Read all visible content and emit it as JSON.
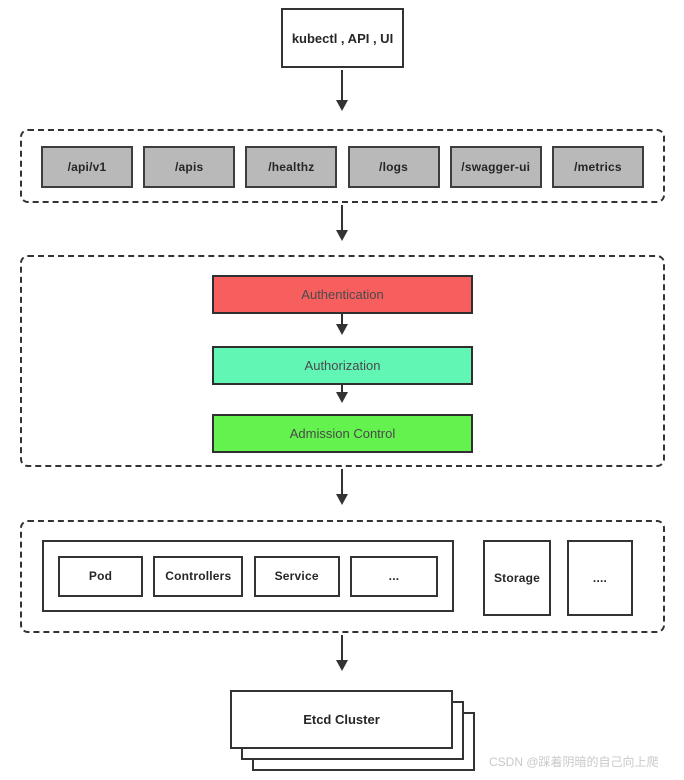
{
  "client_box": {
    "label": "kubectl , API , UI"
  },
  "api_row": {
    "endpoints": [
      "/api/v1",
      "/apis",
      "/healthz",
      "/logs",
      "/swagger-ui",
      "/metrics"
    ]
  },
  "access_control": {
    "steps": [
      {
        "label": "Authentication",
        "color": "#f75f5f"
      },
      {
        "label": "Authorization",
        "color": "#62f6b4"
      },
      {
        "label": "Admission Control",
        "color": "#63f24e"
      }
    ]
  },
  "registry": {
    "inner_items": [
      "Pod",
      "Controllers",
      "Service",
      "..."
    ],
    "outer_items": [
      "Storage",
      "...."
    ]
  },
  "etcd": {
    "label": "Etcd Cluster"
  },
  "watermark": {
    "text": "CSDN @踩着阴暗的自己向上爬"
  },
  "colors": {
    "endpoint_gray": "#b9b9b9",
    "border_dark": "#333333",
    "watermark_gray": "#c9c9c9"
  }
}
